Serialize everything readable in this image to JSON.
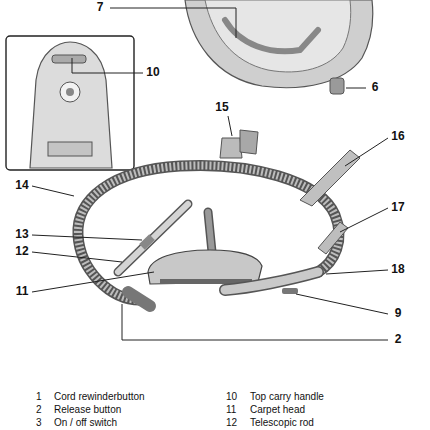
{
  "diagram": {
    "labels": [
      "7",
      "10",
      "6",
      "15",
      "16",
      "14",
      "17",
      "13",
      "12",
      "11",
      "18",
      "9",
      "2",
      "1",
      "Cord rewinderbutton",
      "10",
      "Top carry handle",
      "2",
      "Release button",
      "11",
      "Carpet head",
      "3",
      "On / off switch",
      "12",
      "Telescopic rod"
    ]
  }
}
